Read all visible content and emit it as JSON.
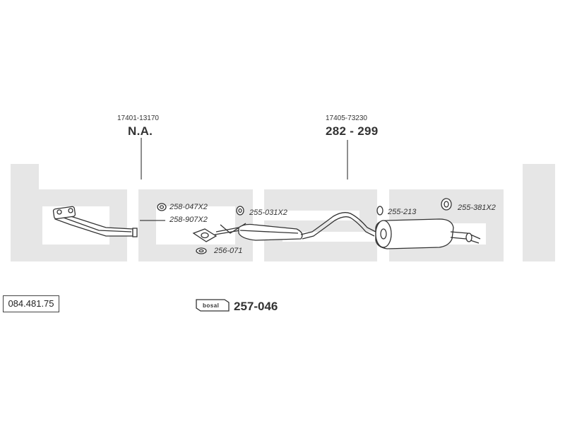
{
  "diagram_code": "084.481.75",
  "parts": {
    "front_ref": "17401-13170",
    "front_value": "N.A.",
    "rear_ref": "17405-73230",
    "rear_value": "282 - 299",
    "p1": "258-047X2",
    "p2": "258-907X2",
    "p3": "256-071",
    "p4": "255-031X2",
    "p5": "255-213",
    "p6": "255-381X2"
  },
  "kit": {
    "brand": "bosal",
    "number": "257-046"
  },
  "colors": {
    "watermark": "#e6e6e6",
    "line": "#444444"
  }
}
